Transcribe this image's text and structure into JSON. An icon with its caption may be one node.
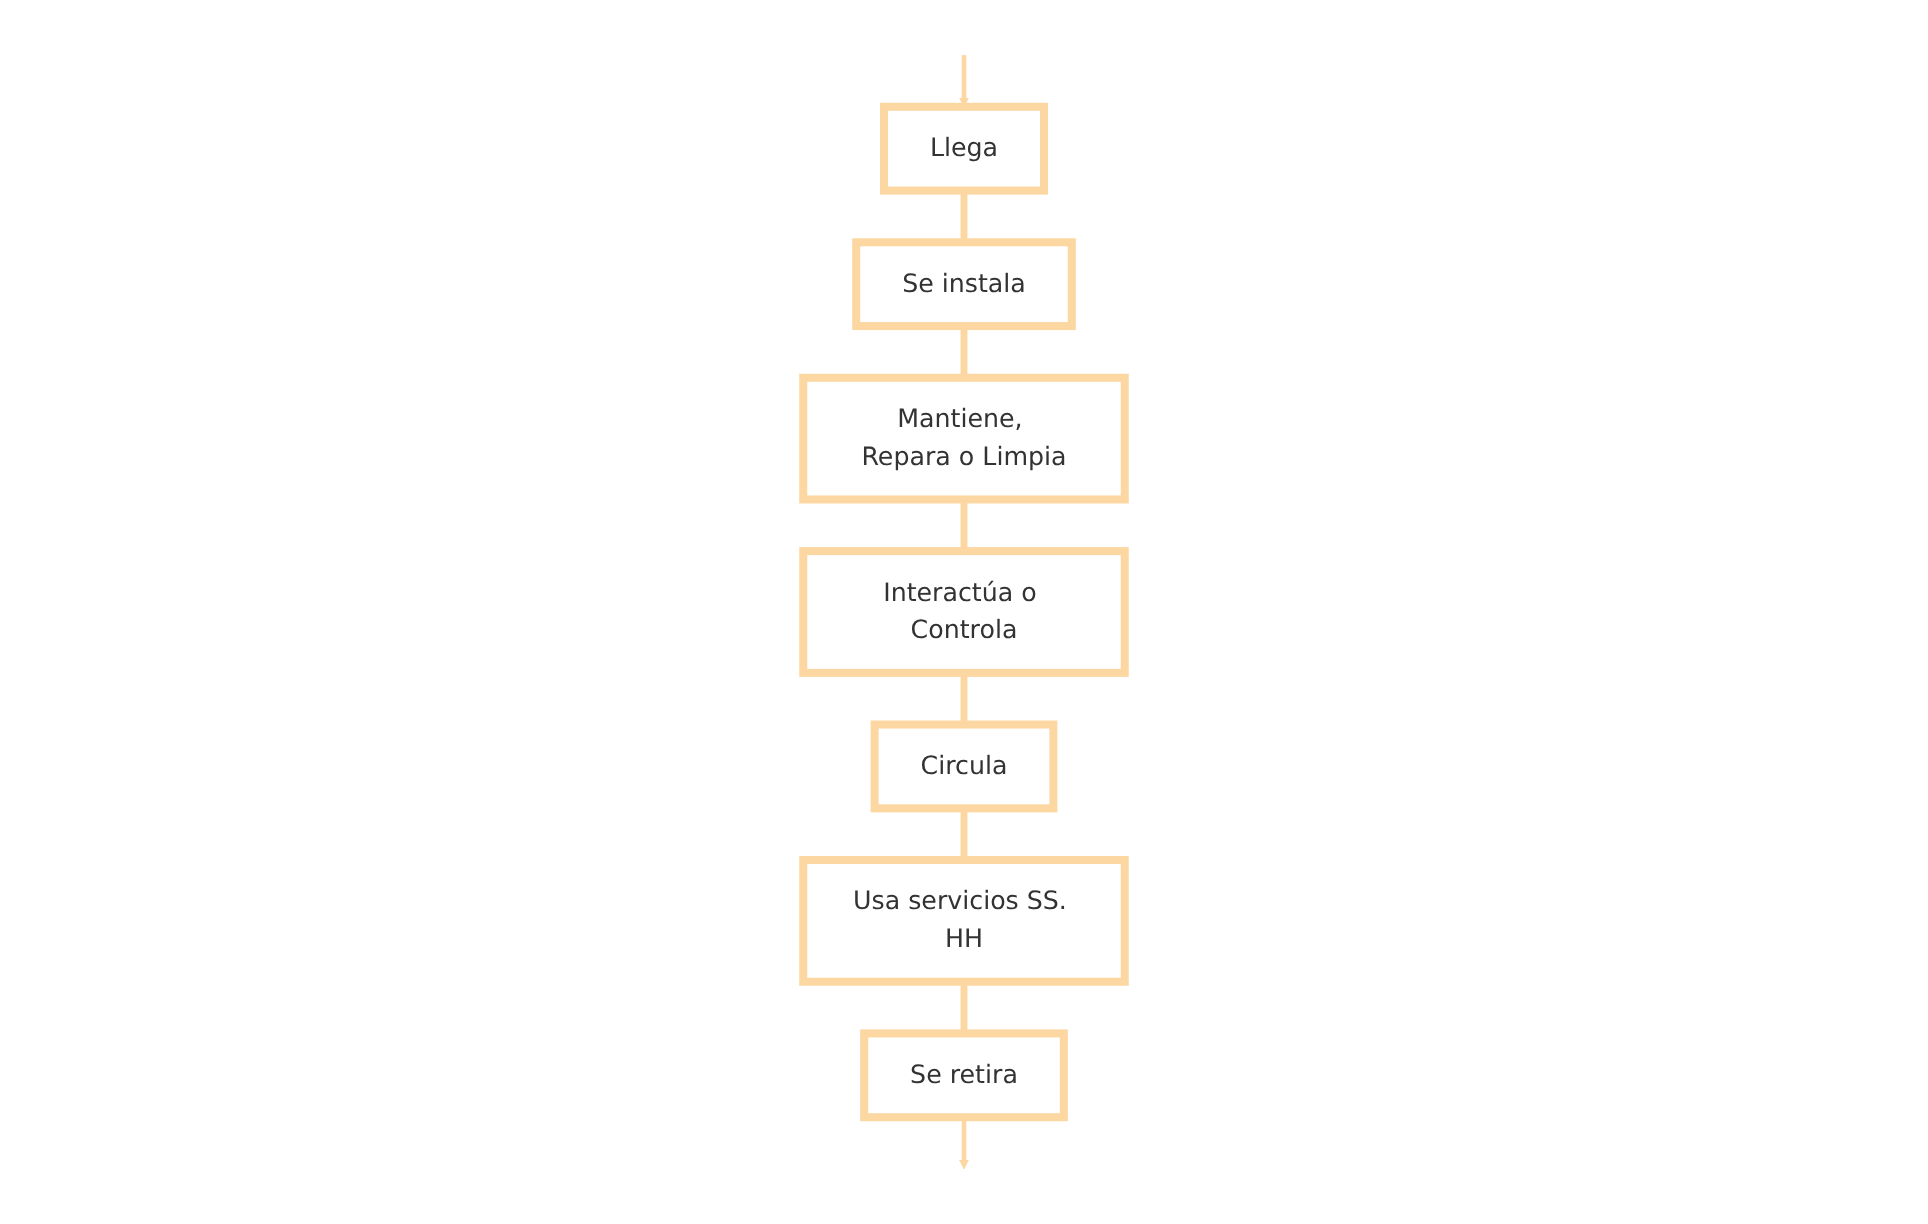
{
  "diagram": {
    "nodes": [
      {
        "text": [
          "Llega"
        ]
      },
      {
        "text": [
          "Se instala"
        ]
      },
      {
        "text": [
          "Mantiene, Repara o Limpia"
        ]
      },
      {
        "text": [
          "Interactúa o Controla"
        ]
      },
      {
        "text": [
          "Circula"
        ]
      },
      {
        "text": [
          "Usa servicios SS. HH"
        ]
      },
      {
        "text": [
          "Se retira"
        ]
      }
    ],
    "edges": [
      {
        "from": null,
        "to": 0,
        "arrow": "to"
      },
      {
        "from": 0,
        "to": 1,
        "arrow": "none"
      },
      {
        "from": 1,
        "to": 2,
        "arrow": "none"
      },
      {
        "from": 2,
        "to": 3,
        "arrow": "none"
      },
      {
        "from": 3,
        "to": 4,
        "arrow": "none"
      },
      {
        "from": 4,
        "to": 5,
        "arrow": "none"
      },
      {
        "from": 5,
        "to": 6,
        "arrow": "none"
      },
      {
        "from": 6,
        "to": null,
        "arrow": "to"
      }
    ]
  }
}
